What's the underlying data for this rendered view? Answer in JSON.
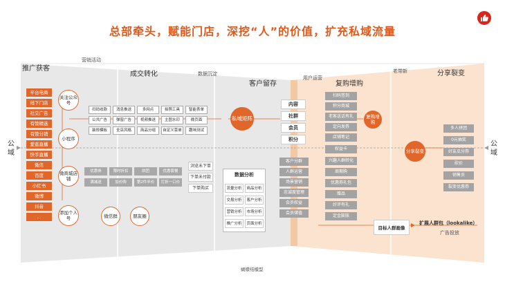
{
  "title": "总部牵头，赋能门店，深挖“人”的价值，扩充私域流量",
  "side_labels": {
    "left": "公域",
    "right": "公域"
  },
  "stages": [
    "推广获客",
    "成交转化",
    "客户留存",
    "复购增购",
    "分享裂变"
  ],
  "stage_notes": [
    "营销活动",
    "数据沉淀",
    "用户运营",
    "老带新"
  ],
  "bottom_label": "蝴蝶结模型",
  "channels": [
    "平台电商",
    "线下门店",
    "社交广告",
    "有赞精选",
    "有赞分销",
    "爱逛直播",
    "快手直播",
    "微信",
    "百度",
    "小红书",
    "微博",
    "抖音",
    "..."
  ],
  "circles": {
    "official": "关注公众号",
    "mini": "小程序",
    "wxstore": "微商城店铺",
    "personal": "添加个人号",
    "wxgroup": "微信群",
    "moments": "朋友圈",
    "matrix": "私域矩阵",
    "repurchase": "复购增购",
    "share": "分享裂变"
  },
  "official_tools": [
    "扫码收款",
    "消息推送",
    "多网点",
    "拍照工具",
    "智能表单",
    "公共广告",
    "弹窗广告",
    "视频推送",
    "主图水印",
    "微页面",
    "装修模板",
    "全店风格",
    "商品分组",
    "自定义菜单",
    "趣味测试"
  ],
  "store_tools": [
    "优惠券",
    "限时折扣",
    "拼团",
    "优惠套餐",
    "满减送",
    "加价购",
    "第2件半价",
    "打折一口价"
  ],
  "order_boxes": [
    "浏览未下单",
    "下单未付款",
    "下单购买"
  ],
  "data_analysis": {
    "title": "数据分析",
    "items": [
      "流量分析",
      "商品分析",
      "交易分析",
      "客户分析",
      "营销分析",
      "市场分析",
      "推广分析",
      "页面分析"
    ]
  },
  "retention": [
    "内容",
    "社群",
    "会员",
    "积分"
  ],
  "customer_ops": [
    "客户分群",
    "人群运营",
    "场景营销",
    "忠诚度管理",
    "会员权益",
    "会员储值"
  ],
  "repurchase_tools": [
    "扫码签到",
    "积分商城",
    "老客送话有礼",
    "定向发券",
    "店铺笔记",
    "权益卡",
    "兴趣人群转化",
    "周期购",
    "优惠券礼包",
    "赠品",
    "好评有礼",
    "定金膨胀"
  ],
  "share_tools": [
    "多人拼团",
    "0元抽奖",
    "好友瓜分券",
    "砍价",
    "销售员",
    "裂变优惠券"
  ],
  "target_crowd": "目标人群画像",
  "lookalike": "扩展人群包（lookalike）",
  "ad": "广告投放"
}
